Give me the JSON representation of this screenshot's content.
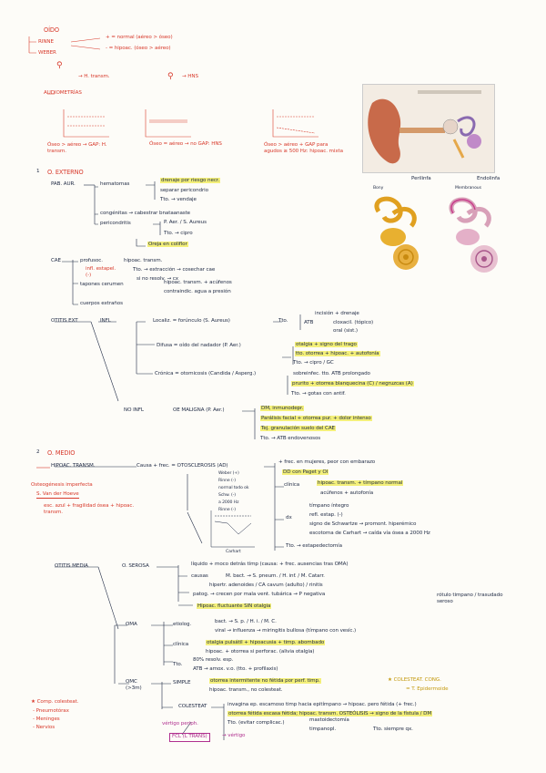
{
  "title": "OÍDO",
  "top": {
    "rinne": "RINNE",
    "rinne_pos": "+ = normal (aéreo > óseo)",
    "rinne_neg": "- = hipoac. (óseo > aéreo)",
    "weber": "WEBER",
    "weber_trans": "→ H. transm.",
    "weber_hns": "→ HNS",
    "audiometrias": "AUDIOMETRÍAS",
    "aud1": "Óseo > aéreo → GAP: H. transm.",
    "aud2": "Óseo = aéreo → no GAP: HNS",
    "aud3": "Óseo > aéreo + GAP para agudos ≥ 500 Hz: hipoac. mixta"
  },
  "anatomy": {
    "perilinfa": "Perilinfa",
    "endolinfa": "Endolinfa",
    "bony": "Bony",
    "membranous": "Membranous"
  },
  "externo": {
    "num": "1",
    "title": "O. EXTERNO",
    "pab": "PAB. AUR.",
    "hematomas": "hematomas",
    "hem1": "drenaje por riesgo necr.",
    "hem2": "separar pericondrio",
    "hem3": "Tto. → vendaje",
    "congenitas": "congénitas → cabestrar bnataanaste",
    "pericondritis": "pericondritis",
    "peri1": "P. Aer. / S. Aureus",
    "peri2": "Tto. → cipro",
    "peri3": "Oreja en coliflor",
    "cae": "CAE",
    "cae_prof": "profusoc.",
    "cae_prof1": "hipoac. transm.",
    "cae_prof2": "Tto. → extracción → cosechar cae",
    "cae_prof3": "si no resolv. → cx",
    "cae_infl": "infl. estapel. (-)",
    "tapones": "tapones cerumen",
    "tap1": "hipoac. transm. + acúfenos",
    "tap2": "contraindic. agua a presión",
    "cuerpos": "cuerpos extraños",
    "otitis_ext": "OTITIS EXT",
    "infl": "INFL",
    "localiz": "Localiz. = forúnculo (S. Aureus)",
    "loc_tto": "Tto.",
    "loc1": "incisión + drenaje",
    "loc2": "ATB",
    "loc3": "cloxacil. (tópico)",
    "loc4": "oral (sist.)",
    "difusa": "Difusa = oído del nadador (P. Aer.)",
    "dif1": "otalgia + signo del trago",
    "dif2": "tto. otorrea + hipoac. + autofonía",
    "dif3": "Tto. → cipro / GC",
    "cronica": "Crónica = otomicosis (Candida / Asperg.)",
    "cro1": "sobreinfec. tto. ATB prolongado",
    "cro2": "prurito + otorrea blanquecina (C) / negruzcas (A)",
    "cro3": "Tto. → gotas con antif.",
    "noinfl": "NO INFL",
    "oe_maligna": "OE MALIGNA (P. Aer.)",
    "mal1": "DM, inmunodepr.",
    "mal2": "Parálisis facial + otorrea pur. + dolor intenso",
    "mal3": "Tej. granulación suelo del CAE",
    "mal4": "Tto. → ATB endovenosos"
  },
  "medio": {
    "num": "2",
    "title": "O. MEDIO",
    "hipoac": "HIPOAC. TRANSM.",
    "causa": "Causa + frec. = OTOSCLEROSIS (AD)",
    "freq": "+ frec. en mujeres, peor con embarazo",
    "dd": "DD con Paget y OI",
    "clinica": "clínica",
    "cl1": "hipoac. transm. + tímpano normal",
    "cl2": "acúfenos + autofonía",
    "dx": "dx",
    "dx1": "tímpano íntegro",
    "dx2": "refl. estap. (-)",
    "dx3": "signo de Schwartze → promont. hiperémico",
    "dx4": "escotoma de Carhart → caída vía ósea a 2000 Hz",
    "tto": "Tto. → estapedectomía",
    "weber_list": [
      "Weber (+)",
      "Rinne (-)",
      "normal todo ok",
      "Schw. (-)",
      "a 2000 Hz",
      "Rinne (-)"
    ],
    "osteo": "Osteogénesis imperfecta",
    "vanderhoeve": "S. Van der Hoeve",
    "vdh1": "esc. azul + fragilidad ósea + hipoac. transm.",
    "anot": "Carhart",
    "om": "OTITIS MEDIA",
    "serosa": "O. SEROSA",
    "ser1": "líquido + moco detrás tímp (causa: + frec. ausencias tras OMA)",
    "ser_causas": "causas",
    "ser2": "M. bact. → S. pneum. / H. inf. / M. Catarr.",
    "ser3": "hipertr. adenoides / CA cavum (adulto) / rinitis",
    "ser4": "patog. → crecen por mala vent. tubárica → P negativa",
    "ser5": "rótulo timpano / trasudado seroso",
    "ser6": "Hipoac. fluctuante SIN otalgia",
    "oma": "OMA",
    "etiologia": "etiolog.",
    "eti1": "bact. → S. p. / H. i. / M. C.",
    "eti2": "viral → influenza → miringitis bullosa (tímpano con vesíc.)",
    "clinica2": "clínica",
    "cl3": "otalgia pulsátil + hipoacusia + timp. abombado",
    "cl4": "hipoac. + otorrea si perforac. (alivia otalgia)",
    "tto2": "Tto.",
    "tto2a": "80% resolv. esp.",
    "tto2b": "ATB → amox. v.o. (tto. + profilaxis)",
    "omc": "OMC (>3m)",
    "simple": "SIMPLE",
    "sim1": "otorrea intermitente no fétida por perf. timp.",
    "sim2": "hipoac. transm., no colesteat.",
    "colesteat": "COLESTEAT",
    "col1": "invagina ep. escamoso timp hacia epitímpano → hipoac. pero fétida (+ frec.)",
    "col2": "otorrea fétida escasa fétida; hipoac. transm. OSTEÓLISIS → signo de la fístula / DM",
    "col3": "Tto. (evitar complicac.)",
    "col4": "mastoidectomía",
    "col5": "timpanopl.",
    "col6": "Tto. siempre qx.",
    "star1": "★ COLESTEAT. CONG.",
    "star2": "= T. Epidermoide",
    "comp": "★ Comp. colesteat.",
    "comp1": "- Pneumotórax",
    "comp2": "- Meninges",
    "comp3": "- Nervios",
    "vertigo": "vértigo periph.",
    "fcl": "FCL (L TRANS)",
    "fcl2": "→ vértigo"
  }
}
